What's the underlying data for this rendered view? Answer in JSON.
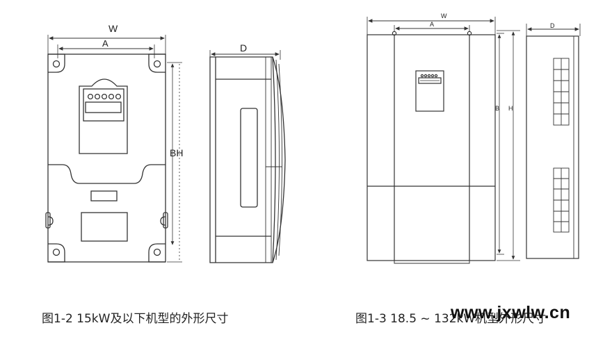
{
  "figure_left": {
    "caption": "图1-2 15kW及以下机型的外形尺寸",
    "front_view": {
      "width_label": "W",
      "mount_label": "A",
      "height_label": "BH"
    },
    "side_view": {
      "depth_label": "D"
    }
  },
  "figure_right": {
    "caption": "图1-3 18.5 ~ 132kW机型外形尺寸",
    "front_view": {
      "width_label": "W",
      "mount_label": "A",
      "mount_height_label": "B",
      "height_label": "H"
    },
    "side_view": {
      "depth_label": "D"
    }
  },
  "watermark": "www.jxwlw.cn",
  "colors": {
    "line": "#333333",
    "text": "#222222",
    "background": "#ffffff"
  }
}
